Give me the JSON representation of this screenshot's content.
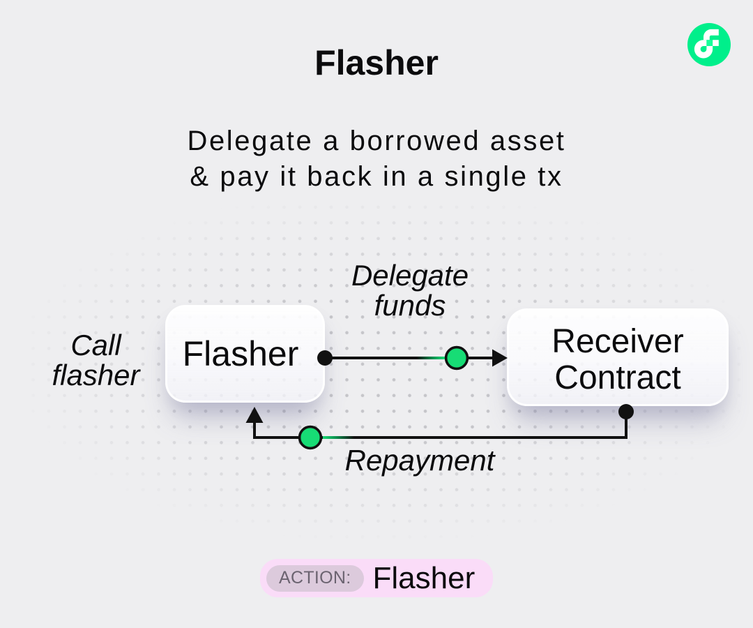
{
  "colors": {
    "background": "#eeeef0",
    "dot_grid": "#c5c5c9",
    "text": "#0b0b0d",
    "accent_green": "#17dc75",
    "logo_green": "#00ef8b",
    "logo_green_light": "#16ff99",
    "pill_pink": "#fadcf8",
    "badge_mauve": "#dccadc",
    "badge_text": "#6b6370"
  },
  "header": {
    "title": "Flasher",
    "subtitle_line1": "Delegate a borrowed asset",
    "subtitle_line2": "& pay it back in a single tx",
    "logo_name": "flow-logo"
  },
  "diagram": {
    "left_label_line1": "Call",
    "left_label_line2": "flasher",
    "flasher_node": "Flasher",
    "receiver_node_line1": "Receiver",
    "receiver_node_line2": "Contract",
    "top_arrow_label_line1": "Delegate",
    "top_arrow_label_line2": "funds",
    "bottom_arrow_label": "Repayment"
  },
  "footer": {
    "action_label": "ACTION:",
    "action_value": "Flasher"
  }
}
